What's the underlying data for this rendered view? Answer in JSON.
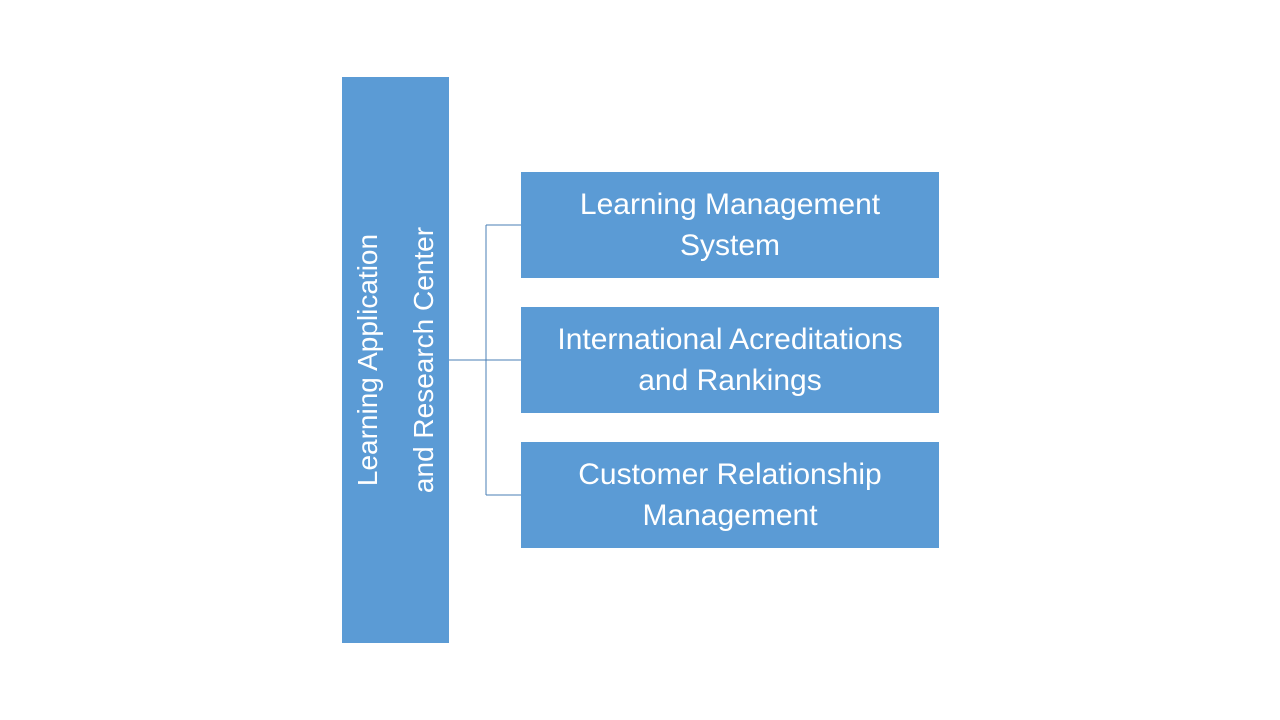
{
  "diagram": {
    "root": {
      "label": "Learning Application\nand Research Center"
    },
    "children": [
      {
        "label": "Learning Management\nSystem"
      },
      {
        "label": "International Acreditations\nand Rankings"
      },
      {
        "label": "Customer Relationship\nManagement"
      }
    ],
    "colors": {
      "box_fill": "#5b9bd5",
      "connector": "#5b9bd5",
      "text": "#ffffff"
    }
  }
}
